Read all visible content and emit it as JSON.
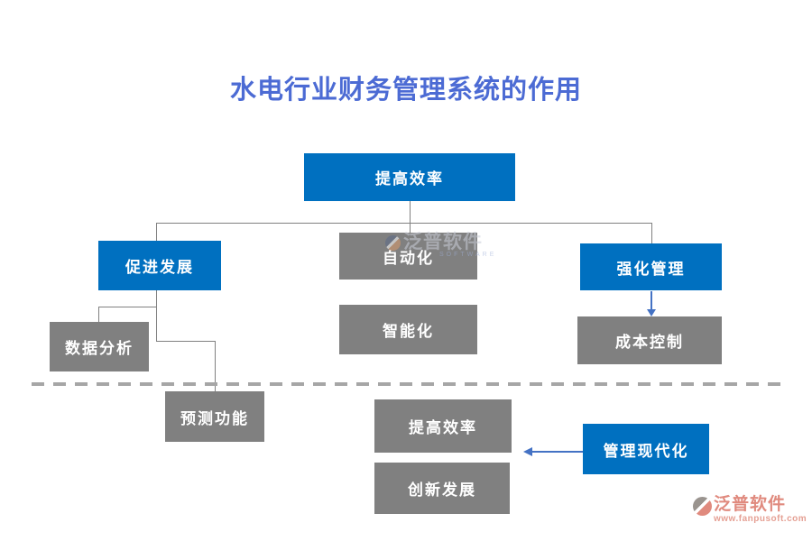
{
  "title": "水电行业财务管理系统的作用",
  "colors": {
    "title_blue": "#4C6BD4",
    "node_blue": "#0070C0",
    "node_gray": "#808080",
    "connector_gray": "#808080",
    "divider_gray": "#A6A6A6",
    "arrow_blue": "#4472C4",
    "logo_salmon": "#E08A7E"
  },
  "nodes": [
    {
      "id": "root",
      "label": "提高效率",
      "style": "blue"
    },
    {
      "id": "cujinfazhan",
      "label": "促进发展",
      "style": "blue"
    },
    {
      "id": "zidonghua",
      "label": "自动化",
      "style": "gray"
    },
    {
      "id": "qianghuaguanli",
      "label": "强化管理",
      "style": "blue"
    },
    {
      "id": "shujufenxi",
      "label": "数据分析",
      "style": "gray"
    },
    {
      "id": "zhinenghua",
      "label": "智能化",
      "style": "gray"
    },
    {
      "id": "chengbenkongzhi",
      "label": "成本控制",
      "style": "gray"
    },
    {
      "id": "yucegongneng",
      "label": "预测功能",
      "style": "gray"
    },
    {
      "id": "tigaoxiaolv2",
      "label": "提高效率",
      "style": "gray"
    },
    {
      "id": "chuangxinfazhan",
      "label": "创新发展",
      "style": "gray"
    },
    {
      "id": "guanlixiandaihua",
      "label": "管理现代化",
      "style": "blue"
    }
  ],
  "edges": [
    {
      "from": "root",
      "to": "促进发展"
    },
    {
      "from": "root",
      "to": "自动化"
    },
    {
      "from": "root",
      "to": "强化管理"
    },
    {
      "from": "促进发展",
      "to": "数据分析"
    },
    {
      "from": "促进发展",
      "to": "预测功能"
    },
    {
      "from": "强化管理",
      "to": "成本控制",
      "type": "blue-arrow"
    },
    {
      "from": "管理现代化",
      "to": "提高效率",
      "type": "blue-arrow"
    }
  ],
  "watermark": {
    "brand": "泛普软件",
    "subtext": "SOFTWARE"
  },
  "logo": {
    "brand": "泛普软件",
    "url": "www.fanpusoft.com"
  }
}
